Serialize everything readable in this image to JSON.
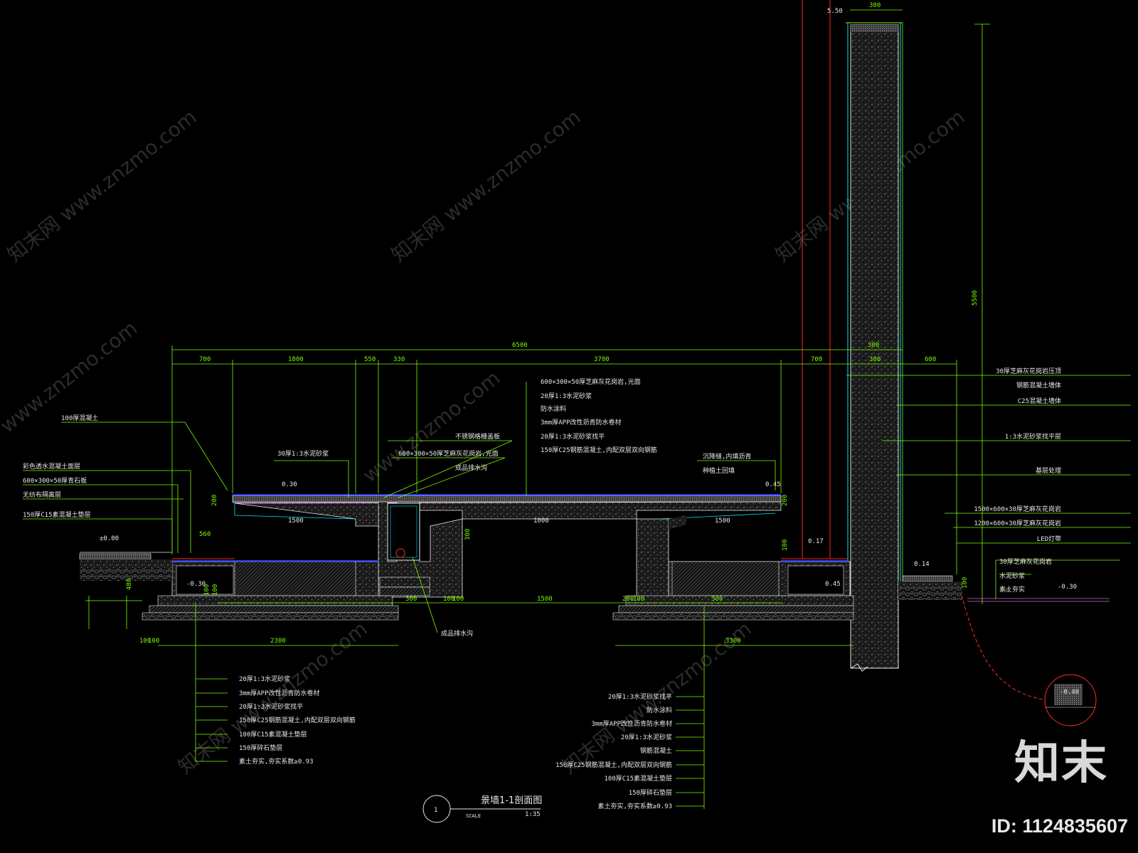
{
  "watermarks": [
    "知末网 www.znzmo.com",
    "知末网 www.znzmo.com",
    "知末网 www.znzmo.com",
    "www.znzmo.com",
    "www.znzmo.com",
    "知末网 www.znzmo.com",
    "知末网 www.znzmo.com"
  ],
  "brand": {
    "name": "知末",
    "id": "ID: 1124835607"
  },
  "title": {
    "number": "1",
    "name": "景墙1-1剖面图",
    "scale_label": "SCALE",
    "scale_value": "1:35"
  },
  "dimensions": {
    "top_total": "6500",
    "top_chain": [
      "700",
      "1800",
      "550",
      "330",
      "3700",
      "700",
      "300",
      "300",
      "600"
    ],
    "wall_height": "5500",
    "wall_top_offset": "5.50",
    "wall_width": "300",
    "bottom_left": "2300",
    "bottom_right": "3300",
    "bottom_left_chain": [
      "100",
      "100"
    ],
    "mid_chain": [
      "300",
      "100",
      "100",
      "1500",
      "200",
      "100",
      "300"
    ],
    "inner_spans": [
      "1500",
      "1000",
      "1500"
    ],
    "vert_left": [
      "200",
      "560",
      "480",
      "100",
      "100"
    ],
    "vert_right": [
      "200",
      "300",
      "100",
      "100"
    ]
  },
  "levels": [
    "±0.00",
    "-0.30",
    "0.30",
    "0.45",
    "0.45",
    "0.17",
    "0.14",
    "-0.30",
    "-0.40"
  ],
  "callouts_left": [
    "100厚混凝土",
    "彩色透水混凝土面层",
    "600×300×50厚青石板",
    "无纺布隔离层",
    "150厚C15素混凝土垫层"
  ],
  "callouts_top_center": [
    "600×300×50厚芝麻灰花岗岩,光面",
    "20厚1:3水泥砂浆",
    "防水涂料",
    "3mm厚APP改性沥青防水卷材",
    "20厚1:3水泥砂浆找平",
    "150厚C25钢筋混凝土,内配双层双向钢筋"
  ],
  "callouts_mid": [
    "不锈钢格栅盖板",
    "600×300×50厚芝麻灰花岗岩,光面",
    "成品排水沟",
    "30厚1:3水泥砂浆",
    "沉降缝,内填沥青",
    "种植土回填"
  ],
  "callouts_right_top": [
    "30厚芝麻灰花岗岩压顶",
    "钢筋混凝土墙体",
    "C25混凝土墙体",
    "1:3水泥砂浆找平层",
    "基层处理",
    "1500×600×30厚芝麻灰花岗岩",
    "1200×600×30厚芝麻灰花岗岩",
    "LED灯带"
  ],
  "callouts_right_low": [
    "30厚芝麻灰花岗岩",
    "水泥砂浆",
    "素土夯实"
  ],
  "callouts_bottom_left": [
    "20厚1:3水泥砂浆",
    "3mm厚APP改性沥青防水卷材",
    "20厚1:3水泥砂浆找平",
    "150厚C25钢筋混凝土,内配双层双向钢筋",
    "100厚C15素混凝土垫层",
    "150厚碎石垫层",
    "素土夯实,夯实系数≥0.93"
  ],
  "callouts_bottom_right": [
    "20厚1:3水泥砂浆找平",
    "防水涂料",
    "3mm厚APP改性沥青防水卷材",
    "20厚1:3水泥砂浆",
    "钢筋混凝土",
    "150厚C25钢筋混凝土,内配双层双向钢筋",
    "100厚C15素混凝土垫层",
    "150厚碎石垫层",
    "素土夯实,夯实系数≥0.93"
  ],
  "drain_label": "成品排水沟",
  "colors": {
    "background": "#000000",
    "line_green": "#7CFC00",
    "line_white": "#e8e8e8",
    "hatch": "#bdbdbd",
    "blue": "#2a3bff",
    "red": "#ff2a2a",
    "cyan": "#00e5ff",
    "magenta": "#ff4dff"
  }
}
